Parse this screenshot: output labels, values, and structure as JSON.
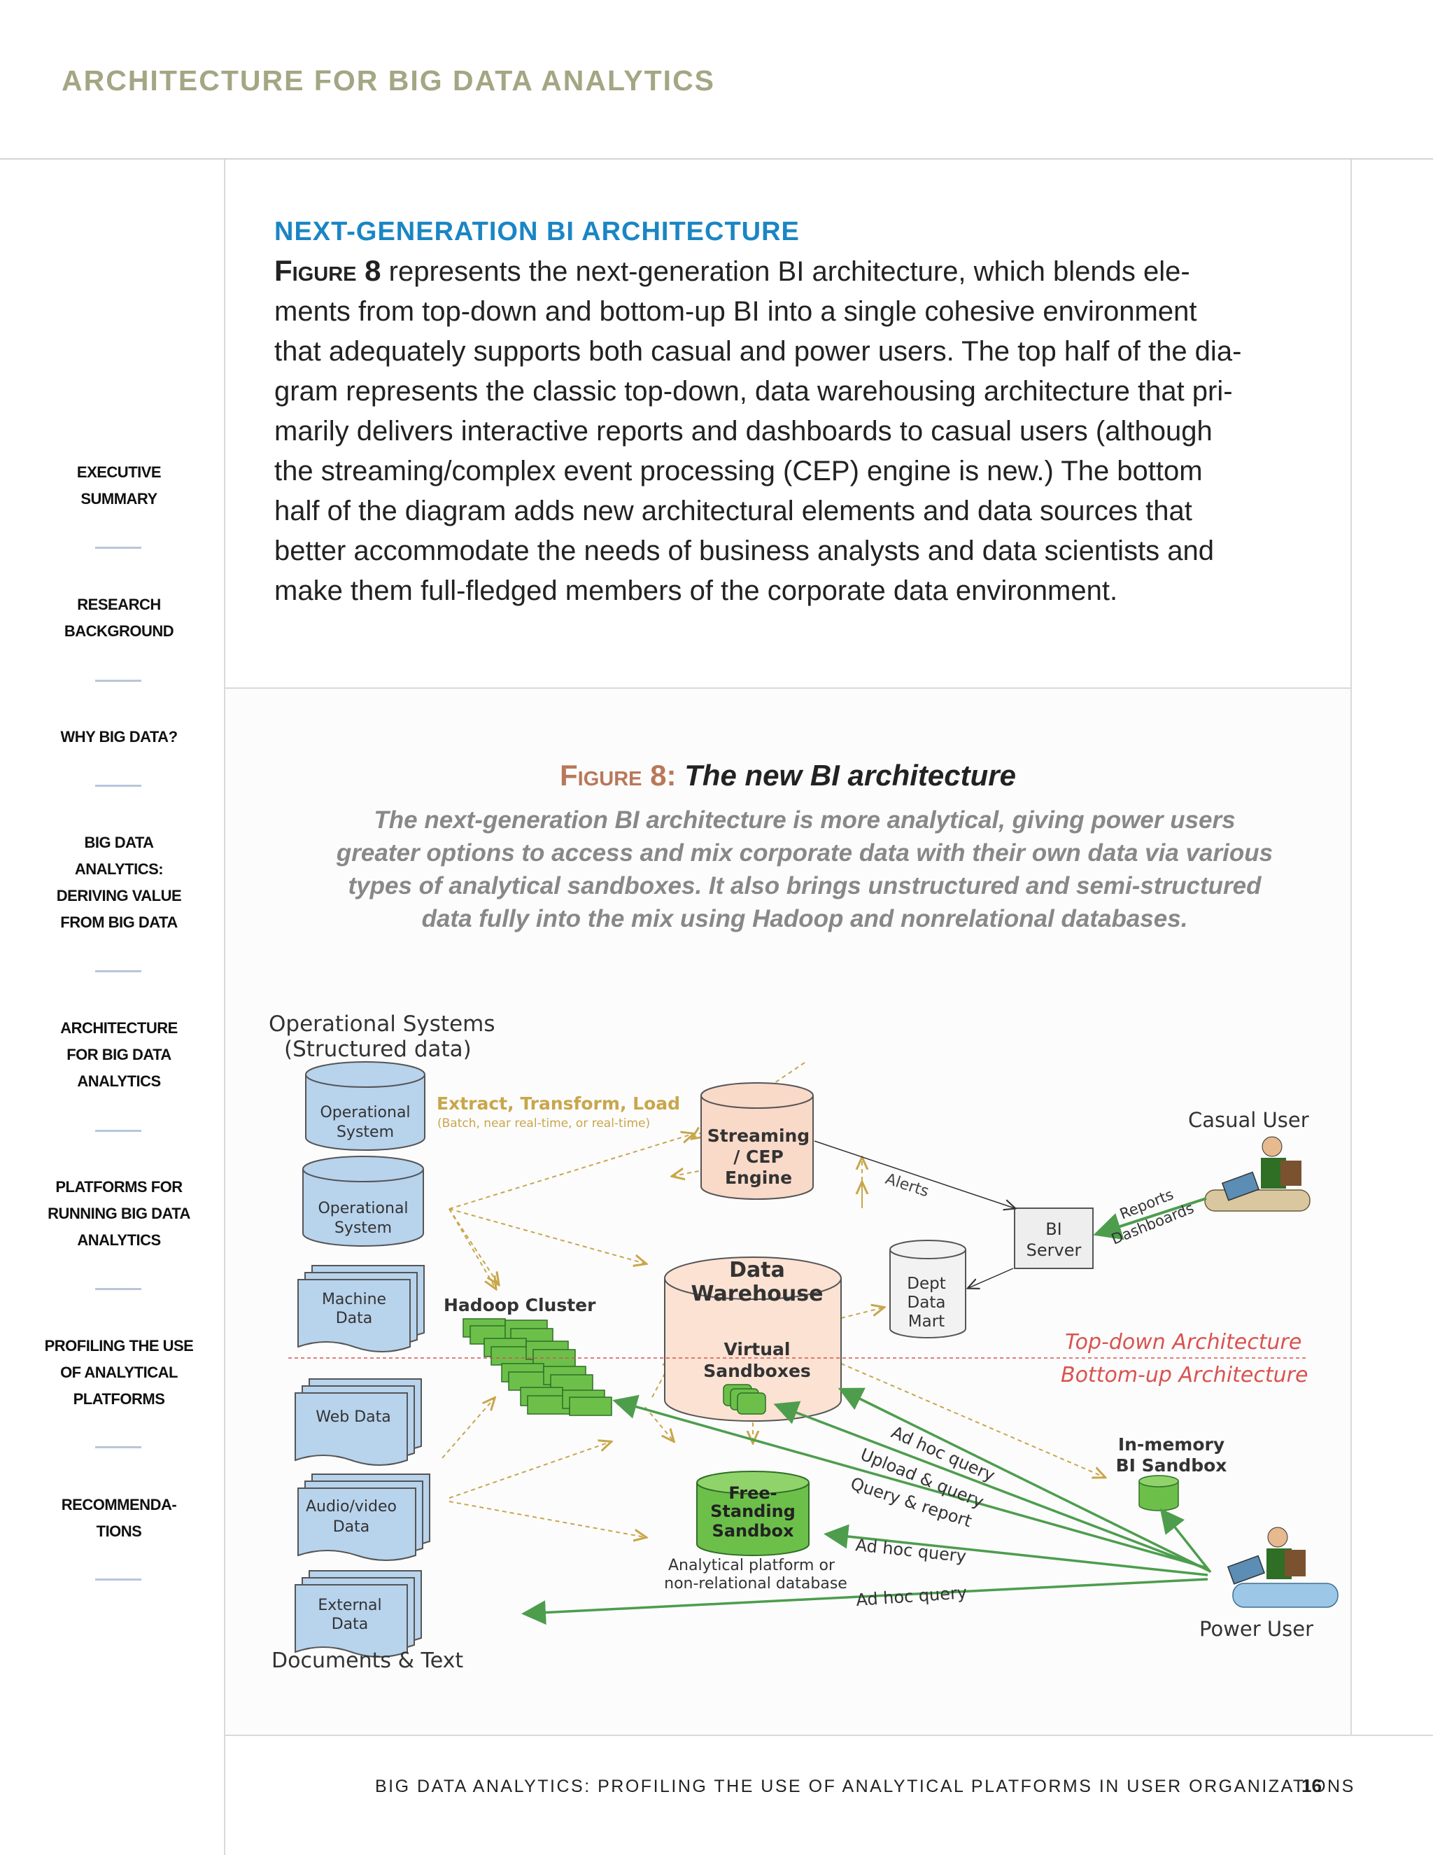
{
  "header": {
    "title": "ARCHITECTURE FOR BIG DATA ANALYTICS"
  },
  "sidebar": {
    "items": [
      {
        "lines": [
          "EXECUTIVE",
          "SUMMARY"
        ]
      },
      {
        "lines": [
          "RESEARCH",
          "BACKGROUND"
        ]
      },
      {
        "lines": [
          "WHY BIG DATA?"
        ]
      },
      {
        "lines": [
          "BIG DATA",
          "ANALYTICS:",
          "DERIVING VALUE",
          "FROM BIG DATA"
        ]
      },
      {
        "lines": [
          "ARCHITECTURE",
          "FOR BIG DATA",
          "ANALYTICS"
        ]
      },
      {
        "lines": [
          "PLATFORMS FOR",
          "RUNNING BIG DATA",
          "ANALYTICS"
        ]
      },
      {
        "lines": [
          "PROFILING THE USE",
          "OF ANALYTICAL",
          "PLATFORMS"
        ]
      },
      {
        "lines": [
          "RECOMMENDA-",
          "TIONS"
        ]
      }
    ]
  },
  "section": {
    "heading": "NEXT-GENERATION BI ARCHITECTURE",
    "lead": "Figure 8",
    "lines": [
      " represents the next-generation BI architecture, which blends ele-",
      "ments from top-down and bottom-up BI into a single cohesive environment",
      "that adequately supports both casual and power users. The top half of the dia-",
      "gram represents the classic top-down, data warehousing architecture that pri-",
      "marily delivers interactive reports and dashboards to casual users (although",
      "the streaming/complex event processing (CEP) engine is new.) The bottom",
      "half of the diagram adds new architectural elements and data sources that",
      "better accommodate the needs of business analysts and data scientists and",
      "make them full-fledged members of the corporate data environment."
    ]
  },
  "figure": {
    "label": "Figure 8:",
    "title": "The new BI architecture",
    "caption_lines": [
      "The next-generation BI architecture is more analytical, giving power users",
      "greater options to access and mix corporate data with their own data via various",
      "types of analytical sandboxes. It also brings unstructured and semi-structured",
      "data fully into the mix using Hadoop and nonrelational databases."
    ]
  },
  "diagram": {
    "operational_systems_title": [
      "Operational Systems",
      "(Structured data)"
    ],
    "operational_system": [
      "Operational",
      "System"
    ],
    "machine_data": [
      "Machine",
      "Data"
    ],
    "web_data": "Web Data",
    "audio_video_data": [
      "Audio/video",
      "Data"
    ],
    "external_data": [
      "External",
      "Data"
    ],
    "documents_text": "Documents & Text",
    "etl_title": "Extract, Transform, Load",
    "etl_subtitle": "(Batch, near real-time, or real-time)",
    "streaming_engine": [
      "Streaming",
      "/ CEP",
      "Engine"
    ],
    "data_warehouse": [
      "Data",
      "Warehouse"
    ],
    "virtual_sandboxes": [
      "Virtual",
      "Sandboxes"
    ],
    "hadoop_cluster": "Hadoop Cluster",
    "dept_data_mart": [
      "Dept",
      "Data",
      "Mart"
    ],
    "bi_server": [
      "BI",
      "Server"
    ],
    "alerts": "Alerts",
    "reports": "Reports",
    "dashboards": "Dashboards",
    "casual_user": "Casual User",
    "power_user": "Power User",
    "top_down": "Top-down Architecture",
    "bottom_up": "Bottom-up Architecture",
    "in_memory_sandbox": [
      "In-memory",
      "BI Sandbox"
    ],
    "free_standing_sandbox": [
      "Free-",
      "Standing",
      "Sandbox"
    ],
    "analytical_platform": [
      "Analytical platform or",
      "non-relational database"
    ],
    "ad_hoc_query": "Ad hoc query",
    "upload_query": "Upload & query",
    "query_report": "Query & report"
  },
  "footer": {
    "text": "BIG DATA ANALYTICS: PROFILING THE USE OF ANALYTICAL PLATFORMS IN USER ORGANIZATIONS",
    "page_number": "16"
  },
  "colors": {
    "header": "#a4a684",
    "heading_blue": "#1a86c4",
    "figure_label": "#b9785a",
    "etl_gold": "#c8a64a",
    "green": "#5aaa5a",
    "red_label": "#d9534f"
  }
}
